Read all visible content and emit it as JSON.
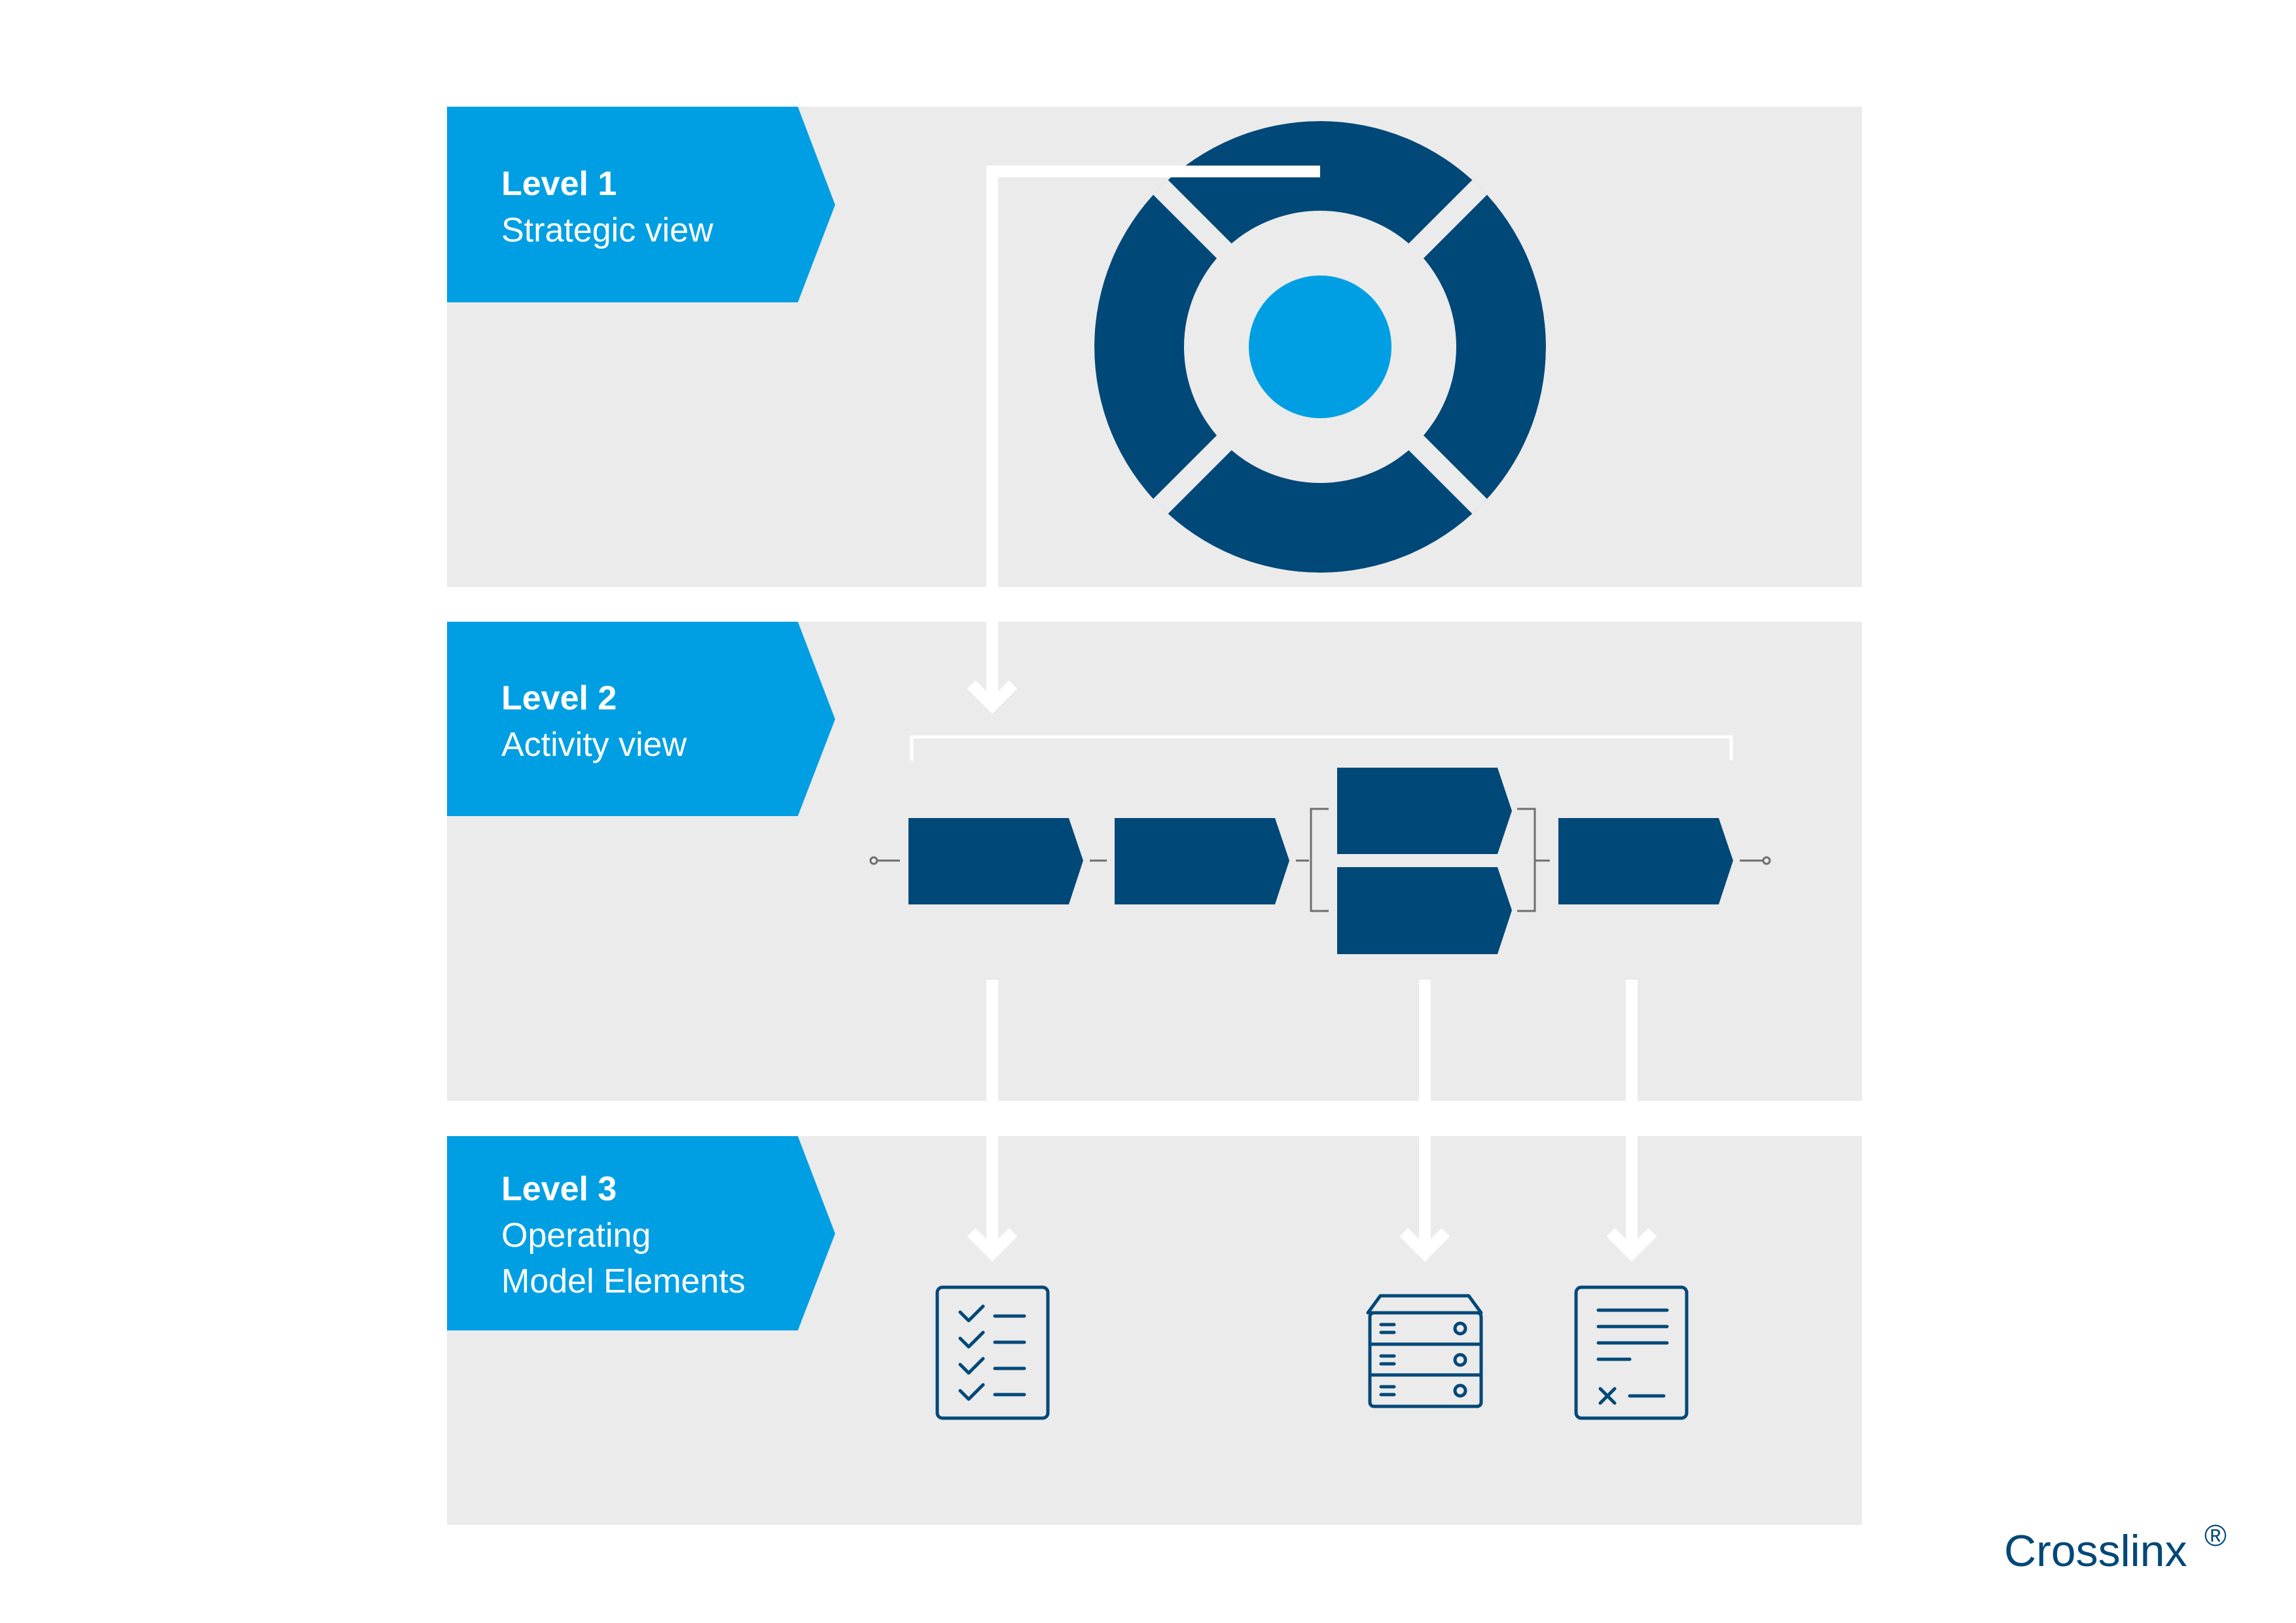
{
  "levels": [
    {
      "title": "Level 1",
      "lines": [
        "Strategic view"
      ]
    },
    {
      "title": "Level 2",
      "lines": [
        "Activity view"
      ]
    },
    {
      "title": "Level 3",
      "lines": [
        "Operating",
        "Model Elements"
      ]
    }
  ],
  "icons": {
    "wheel": "strategy-wheel-icon",
    "checklist": "checklist-document-icon",
    "server": "server-stack-icon",
    "form": "form-document-icon"
  },
  "brand": {
    "name": "Crosslinx",
    "mark": "®"
  },
  "colors": {
    "panel_bg": "#ebebeb",
    "accent_blue": "#009fe3",
    "dark_blue": "#004878",
    "connector": "#ffffff",
    "small_line": "#6e6e6e"
  }
}
